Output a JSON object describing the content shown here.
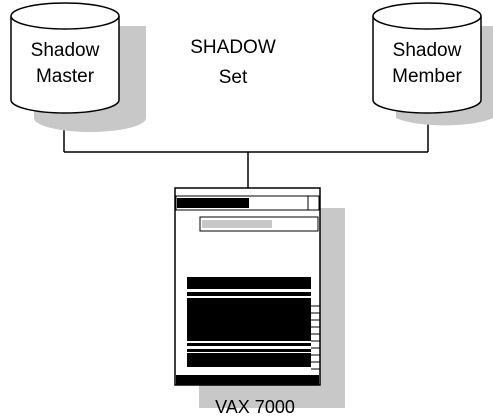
{
  "disk_left": {
    "line1": "Shadow",
    "line2": "Master"
  },
  "disk_right": {
    "line1": "Shadow",
    "line2": "Member"
  },
  "center_title": {
    "line1": "SHADOW",
    "line2": "Set"
  },
  "server": {
    "label": "VAX 7000"
  },
  "colors": {
    "shadow": "#c8c8c8",
    "stroke": "#000000",
    "fill": "#ffffff",
    "dark": "#000000"
  }
}
